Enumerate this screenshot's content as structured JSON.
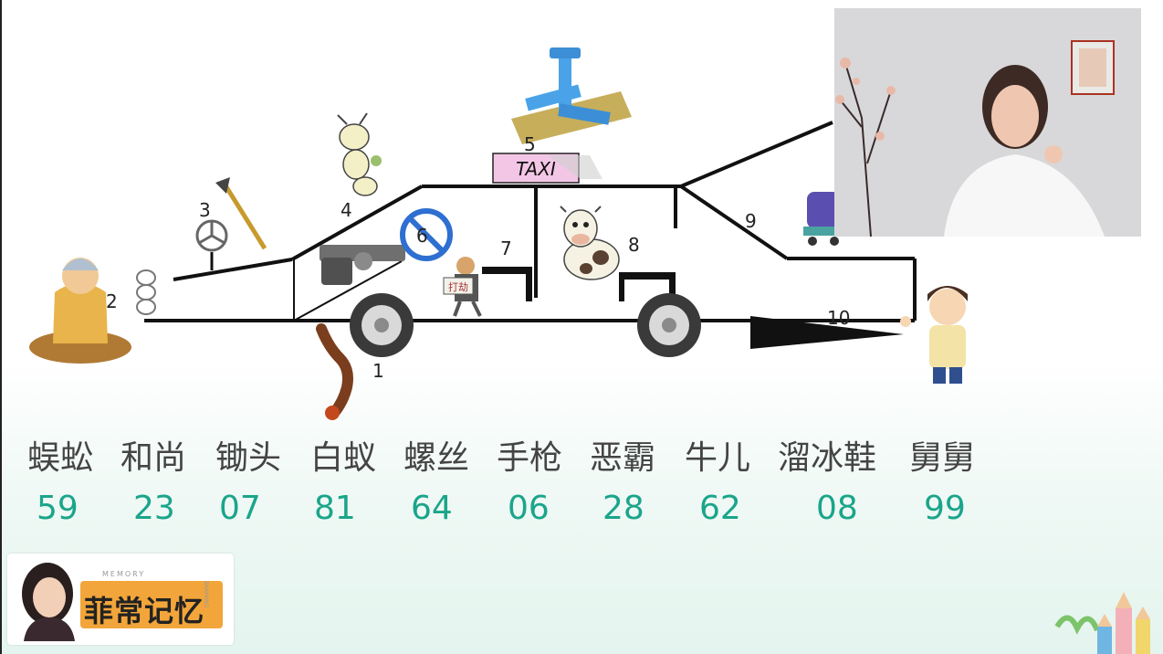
{
  "diagram": {
    "taxi_sign": "TAXI",
    "labels": [
      "1",
      "2",
      "3",
      "4",
      "5",
      "6",
      "7",
      "8",
      "9",
      "10"
    ]
  },
  "items": [
    {
      "word": "蜈蚣",
      "number": "59"
    },
    {
      "word": "和尚",
      "number": "23"
    },
    {
      "word": "锄头",
      "number": "07"
    },
    {
      "word": "白蚁",
      "number": "81"
    },
    {
      "word": "螺丝",
      "number": "64"
    },
    {
      "word": "手枪",
      "number": "06"
    },
    {
      "word": "恶霸",
      "number": "28"
    },
    {
      "word": "牛儿",
      "number": "62"
    },
    {
      "word": "溜冰鞋",
      "number": "08"
    },
    {
      "word": "舅舅",
      "number": "99"
    }
  ],
  "robber_sign": "打劫",
  "logo": {
    "text": "菲常记忆",
    "small": "MEMORY",
    "small2": "BRAINING"
  },
  "colors": {
    "number": "#1aa58a",
    "word": "#444444",
    "taxi_sign_bg": "#f3c6e6"
  }
}
